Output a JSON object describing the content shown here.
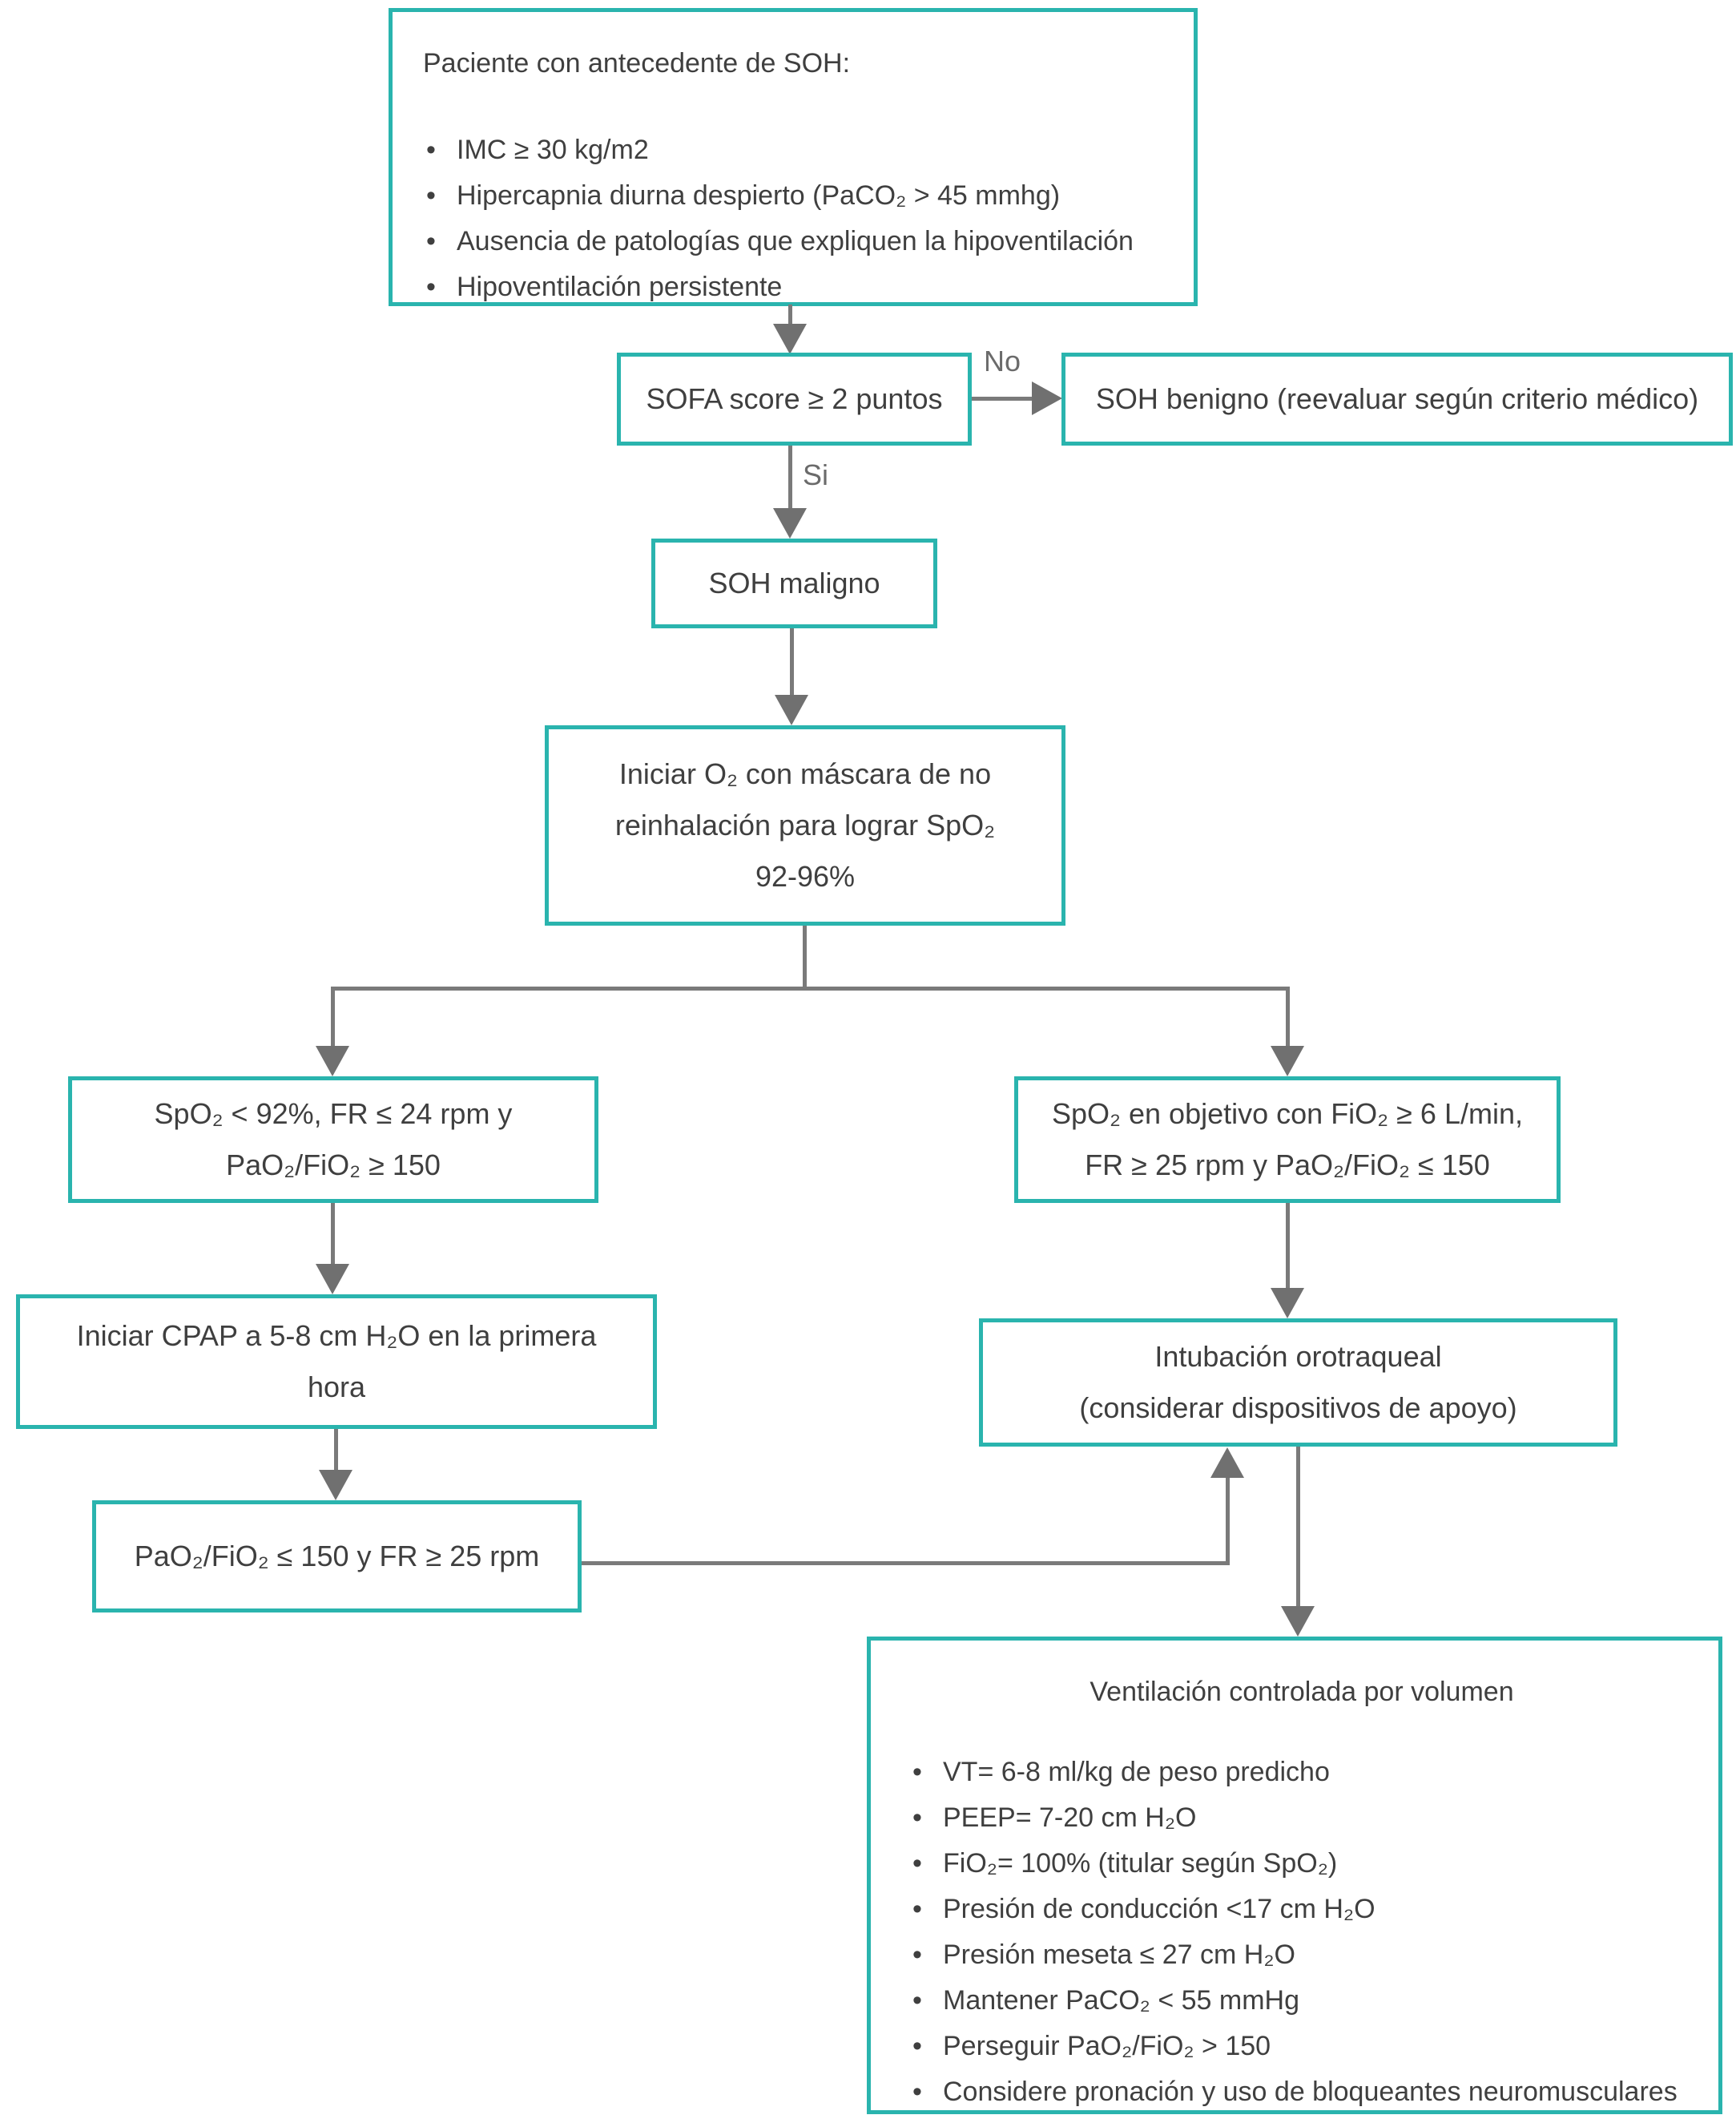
{
  "colors": {
    "box_border": "#2ab4ae",
    "connector": "#7a7a7a",
    "text": "#3f3f3f",
    "background": "#ffffff"
  },
  "labels": {
    "no": "No",
    "si": "Si"
  },
  "nodes": {
    "criteria": {
      "title": "Paciente con antecedente de SOH:",
      "bullets": [
        "IMC ≥ 30 kg/m2",
        "Hipercapnia diurna despierto (PaCO₂ > 45 mmhg)",
        "Ausencia de patologías que expliquen la hipoventilación",
        "Hipoventilación persistente"
      ]
    },
    "sofa": {
      "lines": [
        "SOFA score ≥ 2 puntos"
      ]
    },
    "benigno": {
      "lines": [
        "SOH benigno (reevaluar según criterio médico)"
      ]
    },
    "maligno": {
      "lines": [
        "SOH maligno"
      ]
    },
    "oxigeno": {
      "lines": [
        "Iniciar O₂ con máscara de no",
        "reinhalación para lograr SpO₂",
        "92-96%"
      ]
    },
    "rama_cpap": {
      "lines": [
        "SpO₂ < 92%, FR ≤ 24 rpm y",
        "PaO₂/FiO₂ ≥ 150"
      ]
    },
    "rama_intubacion": {
      "lines": [
        "SpO₂ en objetivo con FiO₂ ≥ 6 L/min,",
        "FR ≥ 25 rpm y PaO₂/FiO₂ ≤ 150"
      ]
    },
    "cpap": {
      "lines": [
        "Iniciar CPAP a 5-8 cm H₂O en la primera",
        "hora"
      ]
    },
    "intubacion": {
      "lines": [
        "Intubación orotraqueal",
        "(considerar dispositivos de apoyo)"
      ]
    },
    "fallo_cpap": {
      "lines": [
        "PaO₂/FiO₂ ≤ 150 y FR ≥  25 rpm"
      ]
    },
    "ventilacion": {
      "title": "Ventilación controlada por volumen",
      "bullets": [
        "VT= 6-8 ml/kg de peso predicho",
        "PEEP= 7-20 cm H₂O",
        "FiO₂= 100% (titular según SpO₂)",
        "Presión de conducción <17 cm H₂O",
        "Presión meseta ≤ 27 cm H₂O",
        "Mantener PaCO₂ < 55 mmHg",
        "Perseguir PaO₂/FiO₂ > 150",
        "Considere pronación y uso de bloqueantes neuromusculares"
      ]
    }
  }
}
